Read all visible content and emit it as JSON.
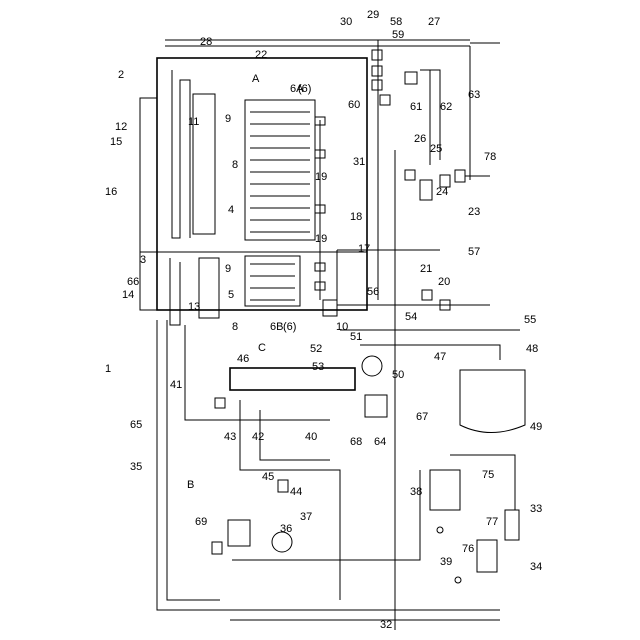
{
  "figure": {
    "label_pointer": "1",
    "zones": {
      "A": "A",
      "B": "B",
      "C": "C"
    },
    "numerals": {
      "n2": "2",
      "n3": "3",
      "n4": "4",
      "n5": "5",
      "n6a": "6A",
      "n6b": "6B",
      "n6": "(6)",
      "n6x": "(6)",
      "n8": "8",
      "n8b": "8",
      "n9": "9",
      "n9b": "9",
      "n10": "10",
      "n11": "11",
      "n12": "12",
      "n13": "13",
      "n14": "14",
      "n15": "15",
      "n16": "16",
      "n17": "17",
      "n18": "18",
      "n19": "19",
      "n19b": "19",
      "n20": "20",
      "n21": "21",
      "n22": "22",
      "n23": "23",
      "n24": "24",
      "n25": "25",
      "n26": "26",
      "n27": "27",
      "n28": "28",
      "n29": "29",
      "n30": "30",
      "n31": "31",
      "n32": "32",
      "n33": "33",
      "n34": "34",
      "n35": "35",
      "n36": "36",
      "n37": "37",
      "n38": "38",
      "n39": "39",
      "n40": "40",
      "n41": "41",
      "n42": "42",
      "n43": "43",
      "n44": "44",
      "n45": "45",
      "n46": "46",
      "n47": "47",
      "n48": "48",
      "n49": "49",
      "n50": "50",
      "n51": "51",
      "n52": "52",
      "n53": "53",
      "n54": "54",
      "n55": "55",
      "n56": "56",
      "n57": "57",
      "n58": "58",
      "n59": "59",
      "n60": "60",
      "n61": "61",
      "n62": "62",
      "n63": "63",
      "n64": "64",
      "n65": "65",
      "n66": "66",
      "n67": "67",
      "n68": "68",
      "n69": "69",
      "n75": "75",
      "n76": "76",
      "n77": "77",
      "n78": "78"
    }
  }
}
